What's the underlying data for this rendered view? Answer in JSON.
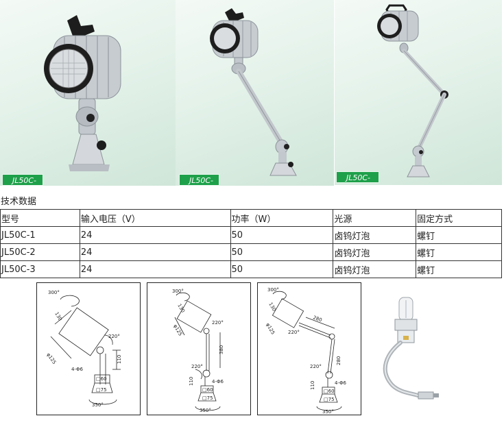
{
  "products": [
    {
      "model": "JL50C-1"
    },
    {
      "model": "JL50C-2"
    },
    {
      "model": "JL50C-3"
    }
  ],
  "section_title": "技术数据",
  "spec_table": {
    "headers": [
      "型号",
      "输入电压（V）",
      "功率（W）",
      "光源",
      "固定方式"
    ],
    "rows": [
      [
        "JL50C-1",
        "24",
        "50",
        "卤钨灯泡",
        "螺钉"
      ],
      [
        "JL50C-2",
        "24",
        "50",
        "卤钨灯泡",
        "螺钉"
      ],
      [
        "JL50C-3",
        "24",
        "50",
        "卤钨灯泡",
        "螺钉"
      ]
    ]
  },
  "drawings": {
    "d1": {
      "rot_top": "300°",
      "len": "130",
      "diam": "φ125",
      "angle": "220°",
      "height": "110",
      "holes": "4-Φ6",
      "base_sq1": "□60",
      "base_sq2": "□75",
      "rot_bottom": "350°"
    },
    "d2": {
      "rot_top": "300°",
      "len": "130",
      "diam": "φ125",
      "angle1": "220°",
      "arm": "380",
      "angle2": "220°",
      "height": "110",
      "holes": "4-Φ6",
      "base_sq1": "□60",
      "base_sq2": "□75",
      "rot_bottom": "350°"
    },
    "d3": {
      "rot_top": "300°",
      "len": "130",
      "diam": "φ125",
      "angle1": "220°",
      "arm1": "280",
      "arm2": "280",
      "angle2": "220°",
      "height": "110",
      "holes": "4-Φ6",
      "base_sq1": "□60",
      "base_sq2": "□75",
      "rot_bottom": "350°"
    }
  },
  "colors": {
    "tag_green": "#1ea04a",
    "photo_bg": "#dcefe3",
    "metal": "#c9ced3"
  },
  "icons": [
    "lamp-head-icon",
    "halogen-bulb-icon"
  ]
}
